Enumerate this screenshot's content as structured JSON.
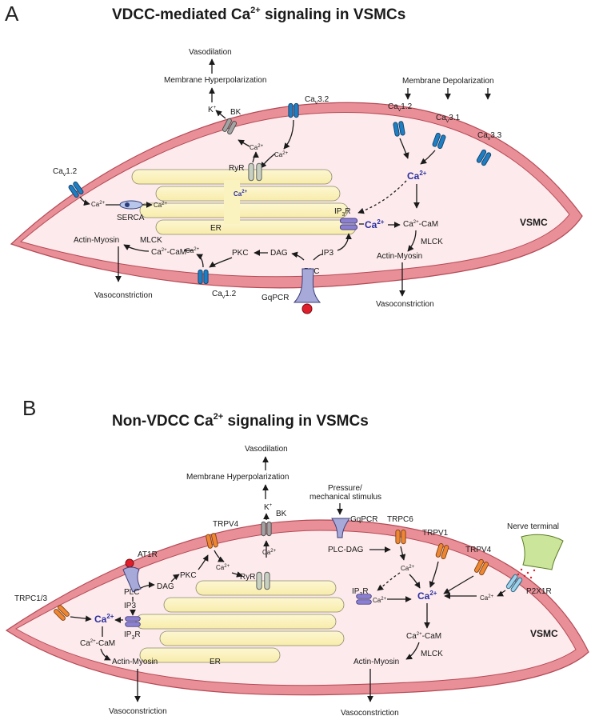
{
  "panelA": {
    "letter": "A",
    "title": "VDCC-mediated Ca",
    "title_sup": "2+",
    "title_tail": " signaling in VSMCs",
    "labels": {
      "vasodilation": "Vasodilation",
      "mem_hyper": "Membrane Hyperpolarization",
      "mem_depol": "Membrane Depolarization",
      "k": "K",
      "k_sup": "+",
      "bk": "BK",
      "cav32": "Ca",
      "cav32_sub": "v",
      "cav32_tail": "3.2",
      "cav12_top": "Ca",
      "cav12_top_sub": "v",
      "cav12_top_tail": "1.2",
      "cav31": "Ca",
      "cav31_sub": "v",
      "cav31_tail": "3.1",
      "cav33": "Ca",
      "cav33_sub": "v",
      "cav33_tail": "3.3",
      "cav12_left": "Ca",
      "cav12_left_sub": "v",
      "cav12_left_tail": "1.2",
      "cav12_bottom": "Ca",
      "cav12_bottom_sub": "v",
      "cav12_bottom_tail": "1.2",
      "ca": "Ca",
      "ca_sup": "2+",
      "ryr": "RyR",
      "serca": "SERCA",
      "er": "ER",
      "ip3r": "IP",
      "ip3r_sub": "3",
      "ip3r_tail": "R",
      "ca_cam": "-CaM",
      "mlck": "MLCK",
      "actin_myosin": "Actin-Myosin",
      "vasoconstriction": "Vasoconstriction",
      "pkc": "PKC",
      "dag": "DAG",
      "ip3": "IP3",
      "plc": "PLC",
      "gqpcr": "GqPCR",
      "vsmc": "VSMC"
    }
  },
  "panelB": {
    "letter": "B",
    "title": "Non-VDCC Ca",
    "title_sup": "2+",
    "title_tail": " signaling in VSMCs",
    "labels": {
      "vasodilation": "Vasodilation",
      "mem_hyper": "Membrane Hyperpolarization",
      "pressure1": "Pressure/",
      "pressure2": "mechanical stimulus",
      "k": "K",
      "k_sup": "+",
      "bk": "BK",
      "gqpcr": "GqPCR",
      "plc_dag": "PLC-DAG",
      "trpv4_top": "TRPV4",
      "trpc6": "TRPC6",
      "trpv1": "TRPV1",
      "trpv4_right": "TRPV4",
      "nerve": "Nerve terminal",
      "p2x1r": "P2X1R",
      "at1r": "AT1R",
      "plc": "PLC",
      "dag": "DAG",
      "pkc": "PKC",
      "ip3": "IP3",
      "ip3r": "IP",
      "ip3r_sub": "3",
      "ip3r_tail": "R",
      "trpc13": "TRPC1/3",
      "ca": "Ca",
      "ca_sup": "2+",
      "ryr": "RyR",
      "er": "ER",
      "ca_cam": "-CaM",
      "mlck": "MLCK",
      "actin_myosin": "Actin-Myosin",
      "vasoconstriction": "Vasoconstriction",
      "vsmc": "VSMC"
    }
  },
  "colors": {
    "membrane_outer": "#e98f98",
    "membrane_inner": "#fdeaec",
    "membrane_stroke": "#b44a55",
    "er_fill": "#fbf3bf",
    "er_stroke": "#8a8a6a",
    "cav_channel": "#1f7ec2",
    "trp_channel": "#ee8733",
    "bk_channel": "#9a9a9a",
    "ryr_channel": "#b9c4b4",
    "ip3r_channel": "#8a7fd0",
    "gqpcr": "#a7a9d8",
    "ligand": "#e01e2b",
    "p2x1r": "#9fd2ea",
    "nerve": "#cbe59a",
    "ca_text": "#2a2fa0"
  }
}
